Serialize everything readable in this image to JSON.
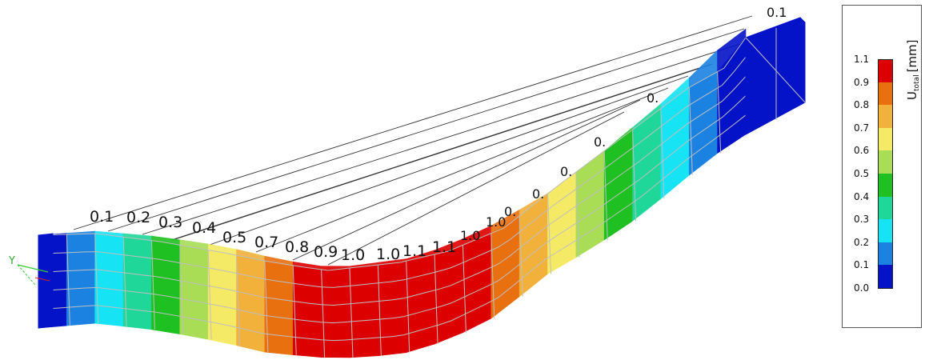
{
  "legend": {
    "quantity": "U",
    "subscript": "total",
    "unit": "[mm]",
    "ticks": [
      "1.1",
      "0.9",
      "0.8",
      "0.7",
      "0.6",
      "0.5",
      "0.4",
      "0.3",
      "0.2",
      "0.1",
      "0.0"
    ],
    "colors": [
      "#dd0000",
      "#e8700e",
      "#f2b13a",
      "#f4ea66",
      "#a8dd55",
      "#1fc021",
      "#20d79a",
      "#16e3f3",
      "#1b82e2",
      "#0413c8"
    ]
  },
  "beam": {
    "colors": [
      "#0413c8",
      "#1b82e2",
      "#16e3f3",
      "#20d79a",
      "#1fc021",
      "#a8dd55",
      "#f4ea66",
      "#f2b13a",
      "#e8700e",
      "#dd0000"
    ],
    "segments": [
      0,
      1,
      2,
      3,
      4,
      5,
      6,
      7,
      8,
      9,
      9,
      9,
      9,
      9,
      9,
      9,
      8,
      7,
      6,
      5,
      4,
      3,
      2,
      1,
      0
    ],
    "labels": [
      "0.1",
      "0.2",
      "0.3",
      "0.4",
      "0.5",
      "0.7",
      "0.8",
      "0.9",
      "1.0",
      "1.0",
      "1.1",
      "1.1",
      "1.0",
      "1.0",
      "0.",
      "0.",
      "0.",
      "0.",
      "0.",
      "0.1"
    ]
  },
  "axes": {
    "y_label": "Y"
  }
}
